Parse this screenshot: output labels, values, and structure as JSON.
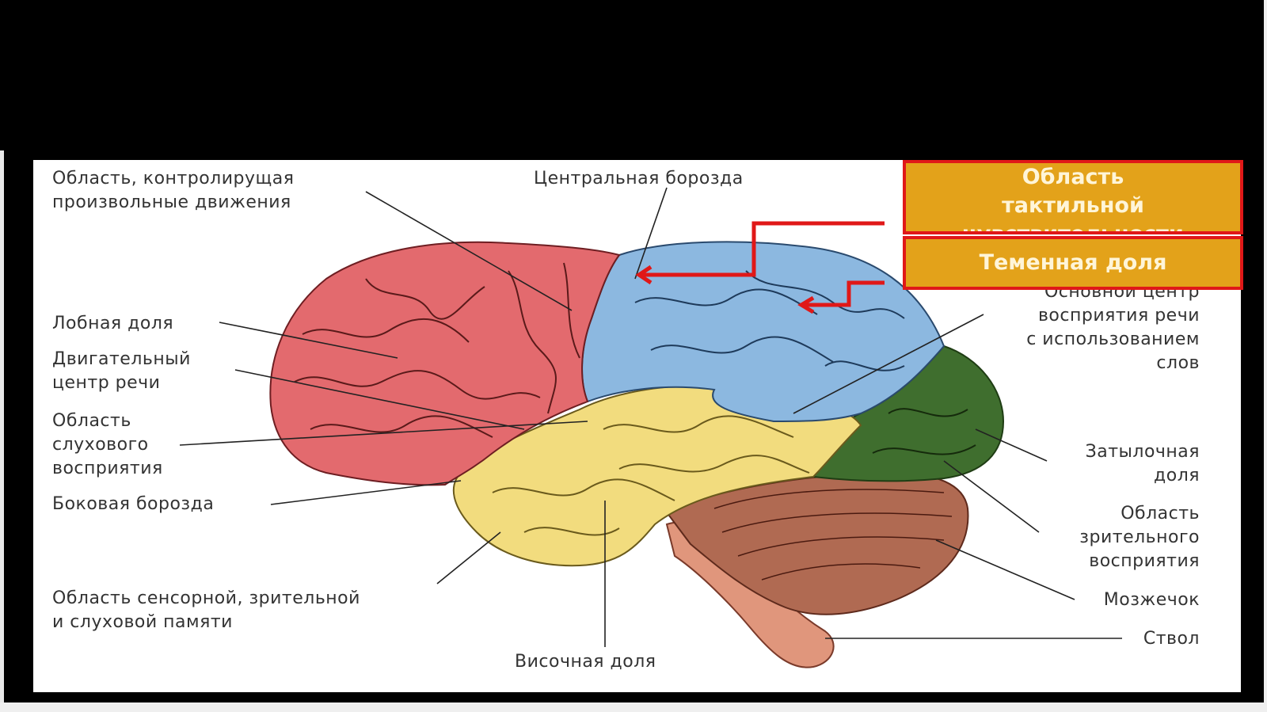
{
  "labels": {
    "voluntary_line1": "Область, контролирущая",
    "voluntary_line2": "произвольные движения",
    "central_sulcus": "Центральная борозда",
    "frontal_lobe": "Лобная доля",
    "motor_speech_line1": "Двигательный",
    "motor_speech_line2": "центр речи",
    "auditory_line1": "Область",
    "auditory_line2": "слухового",
    "auditory_line3": "восприятия",
    "lateral_sulcus": "Боковая борозда",
    "memory_line1": "Область сенсорной, зрительной",
    "memory_line2": "и слуховой памяти",
    "temporal_lobe": "Височная доля",
    "speech_center_line1": "Основной центр",
    "speech_center_line2": "восприятия речи",
    "speech_center_line3": "с использованием",
    "speech_center_line4": "слов",
    "occipital_line1": "Затылочная",
    "occipital_line2": "доля",
    "visual_line1": "Область",
    "visual_line2": "зрительного",
    "visual_line3": "восприятия",
    "cerebellum": "Мозжечок",
    "brainstem": "Ствол"
  },
  "highlight_boxes": {
    "tactile_line1": "Область",
    "tactile_line2": "тактильной",
    "tactile_line3": "чувствительности",
    "parietal": "Теменная доля"
  },
  "colors": {
    "frontal": "#e36a6e",
    "parietal": "#8cb8e0",
    "temporal": "#f2dc7e",
    "occipital": "#3f6e2e",
    "cerebellum": "#b06a52",
    "stem": "#e0967c",
    "box_fill": "#e3a21a",
    "box_border": "#e01818"
  }
}
